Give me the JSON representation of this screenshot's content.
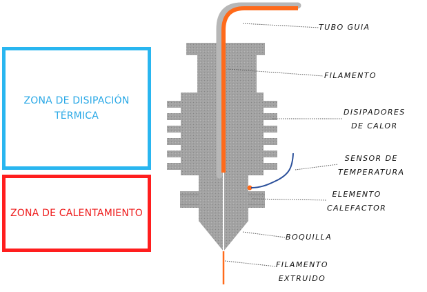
{
  "zones": {
    "thermal_dissipation": {
      "text": "ZONA DE DISIPACIÓN\nTÉRMICA",
      "color": "#29b6f0"
    },
    "heating": {
      "text": "ZONA DE CALENTAMIENTO",
      "color": "#ff1e1e"
    }
  },
  "labels": {
    "guide_tube": "TUBO GUIA",
    "filament": "FILAMENTO",
    "heatsinks": "DISIPADORES\nDE CALOR",
    "temp_sensor": "SENSOR DE\nTEMPERATURA",
    "heater_element": "ELEMENTO\nCALEFACTOR",
    "nozzle": "BOQUILLA",
    "extruded_filament": "FILAMENTO\nEXTRUIDO"
  },
  "colors": {
    "filament": "#ff6a1a",
    "metal": "#9e9e9e",
    "metal_dark": "#7f7f7f",
    "sensor_wire": "#2a4f9a",
    "leader": "#555555"
  }
}
